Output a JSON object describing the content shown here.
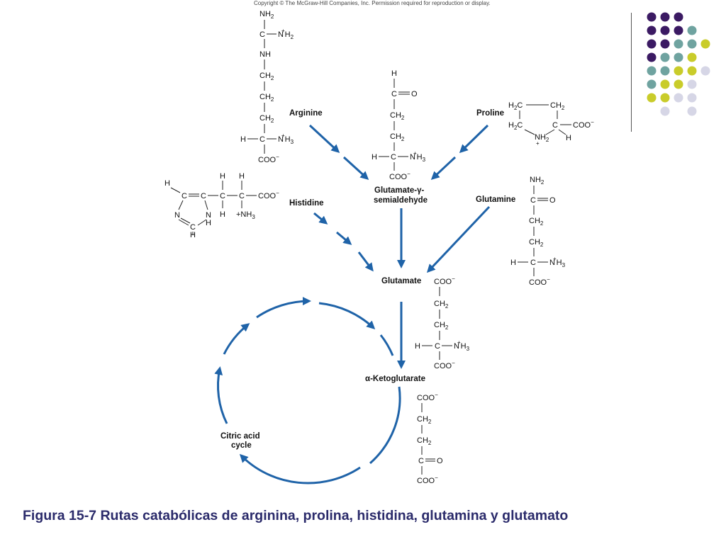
{
  "copyright": "Copyright © The McGraw-Hill Companies, Inc. Permission required for reproduction or display.",
  "caption": "Figura 15-7 Rutas catabólicas de arginina, prolina, histidina, glutamina y glutamato",
  "nodes": {
    "arginine": "Arginine",
    "proline": "Proline",
    "histidine": "Histidine",
    "glutamine": "Glutamine",
    "glutamate_gamma_semialdehyde_1": "Glutamate-γ-",
    "glutamate_gamma_semialdehyde_2": "semialdehyde",
    "glutamate": "Glutamate",
    "alpha_ketoglutarate": "α-Ketoglutarate",
    "citric_acid_cycle_1": "Citric acid",
    "citric_acid_cycle_2": "cycle"
  },
  "colors": {
    "arrow": "#1f63a8",
    "caption": "#2b2b6b",
    "dot_purple": "#3b1a63",
    "dot_teal": "#6fa3a0",
    "dot_yellow": "#c9cc2a",
    "dot_lavender": "#d6d6e6"
  },
  "dot_grid": [
    [
      "purple",
      "purple",
      "purple",
      "",
      ""
    ],
    [
      "purple",
      "purple",
      "purple",
      "teal",
      ""
    ],
    [
      "purple",
      "purple",
      "teal",
      "teal",
      "yellow"
    ],
    [
      "purple",
      "teal",
      "teal",
      "yellow",
      ""
    ],
    [
      "teal",
      "teal",
      "yellow",
      "yellow",
      "lavender"
    ],
    [
      "teal",
      "yellow",
      "yellow",
      "lavender",
      ""
    ],
    [
      "yellow",
      "yellow",
      "lavender",
      "lavender",
      ""
    ],
    [
      "",
      "lavender",
      "",
      "lavender",
      ""
    ]
  ]
}
